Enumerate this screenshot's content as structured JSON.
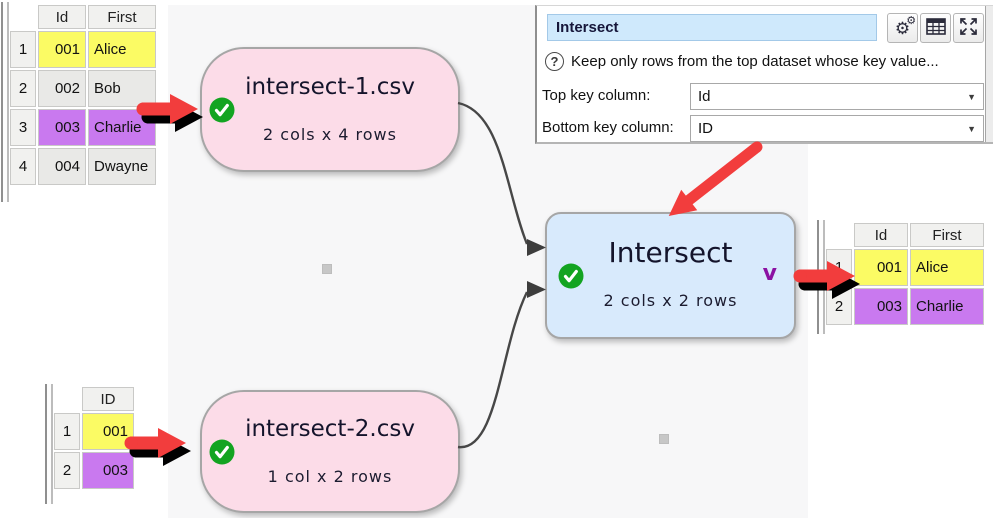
{
  "panel": {
    "title_value": "Intersect",
    "help_glyph": "?",
    "help_text": "Keep only rows from the top dataset whose key value...",
    "fields": [
      {
        "label": "Top key column:",
        "value": "Id"
      },
      {
        "label": "Bottom key column:",
        "value": "ID"
      }
    ],
    "caret_glyph": "▼"
  },
  "nodes": {
    "source1": {
      "title": "intersect-1.csv",
      "subtitle": "2 cols x 4 rows"
    },
    "source2": {
      "title": "intersect-2.csv",
      "subtitle": "1 col x 2 rows"
    },
    "transform": {
      "title": "Intersect",
      "subtitle": "2 cols x 2 rows",
      "expand_glyph": "v"
    }
  },
  "tables": {
    "top_left": {
      "headers": [
        "Id",
        "First"
      ],
      "rows": [
        {
          "num": "1",
          "cells": [
            "001",
            "Alice"
          ],
          "color": "yellow"
        },
        {
          "num": "2",
          "cells": [
            "002",
            "Bob"
          ],
          "color": "plain"
        },
        {
          "num": "3",
          "cells": [
            "003",
            "Charlie"
          ],
          "color": "purple"
        },
        {
          "num": "4",
          "cells": [
            "004",
            "Dwayne"
          ],
          "color": "plain"
        }
      ]
    },
    "bottom_left": {
      "headers": [
        "ID"
      ],
      "rows": [
        {
          "num": "1",
          "cells": [
            "001"
          ],
          "color": "yellow"
        },
        {
          "num": "2",
          "cells": [
            "003"
          ],
          "color": "purple"
        }
      ]
    },
    "output": {
      "headers": [
        "Id",
        "First"
      ],
      "rows": [
        {
          "num": "1",
          "cells": [
            "001",
            "Alice"
          ],
          "color": "yellow"
        },
        {
          "num": "2",
          "cells": [
            "003",
            "Charlie"
          ],
          "color": "purple"
        }
      ]
    }
  },
  "colors": {
    "row_yellow": "#fbfb64",
    "row_purple": "#c979ef",
    "row_plain": "#e9e9e7",
    "node_pink": "#fcdce8",
    "node_blue": "#d8eafc",
    "accent_red": "#f23d3d",
    "check_green": "#13a421",
    "glyph_purple": "#8b12a2"
  }
}
